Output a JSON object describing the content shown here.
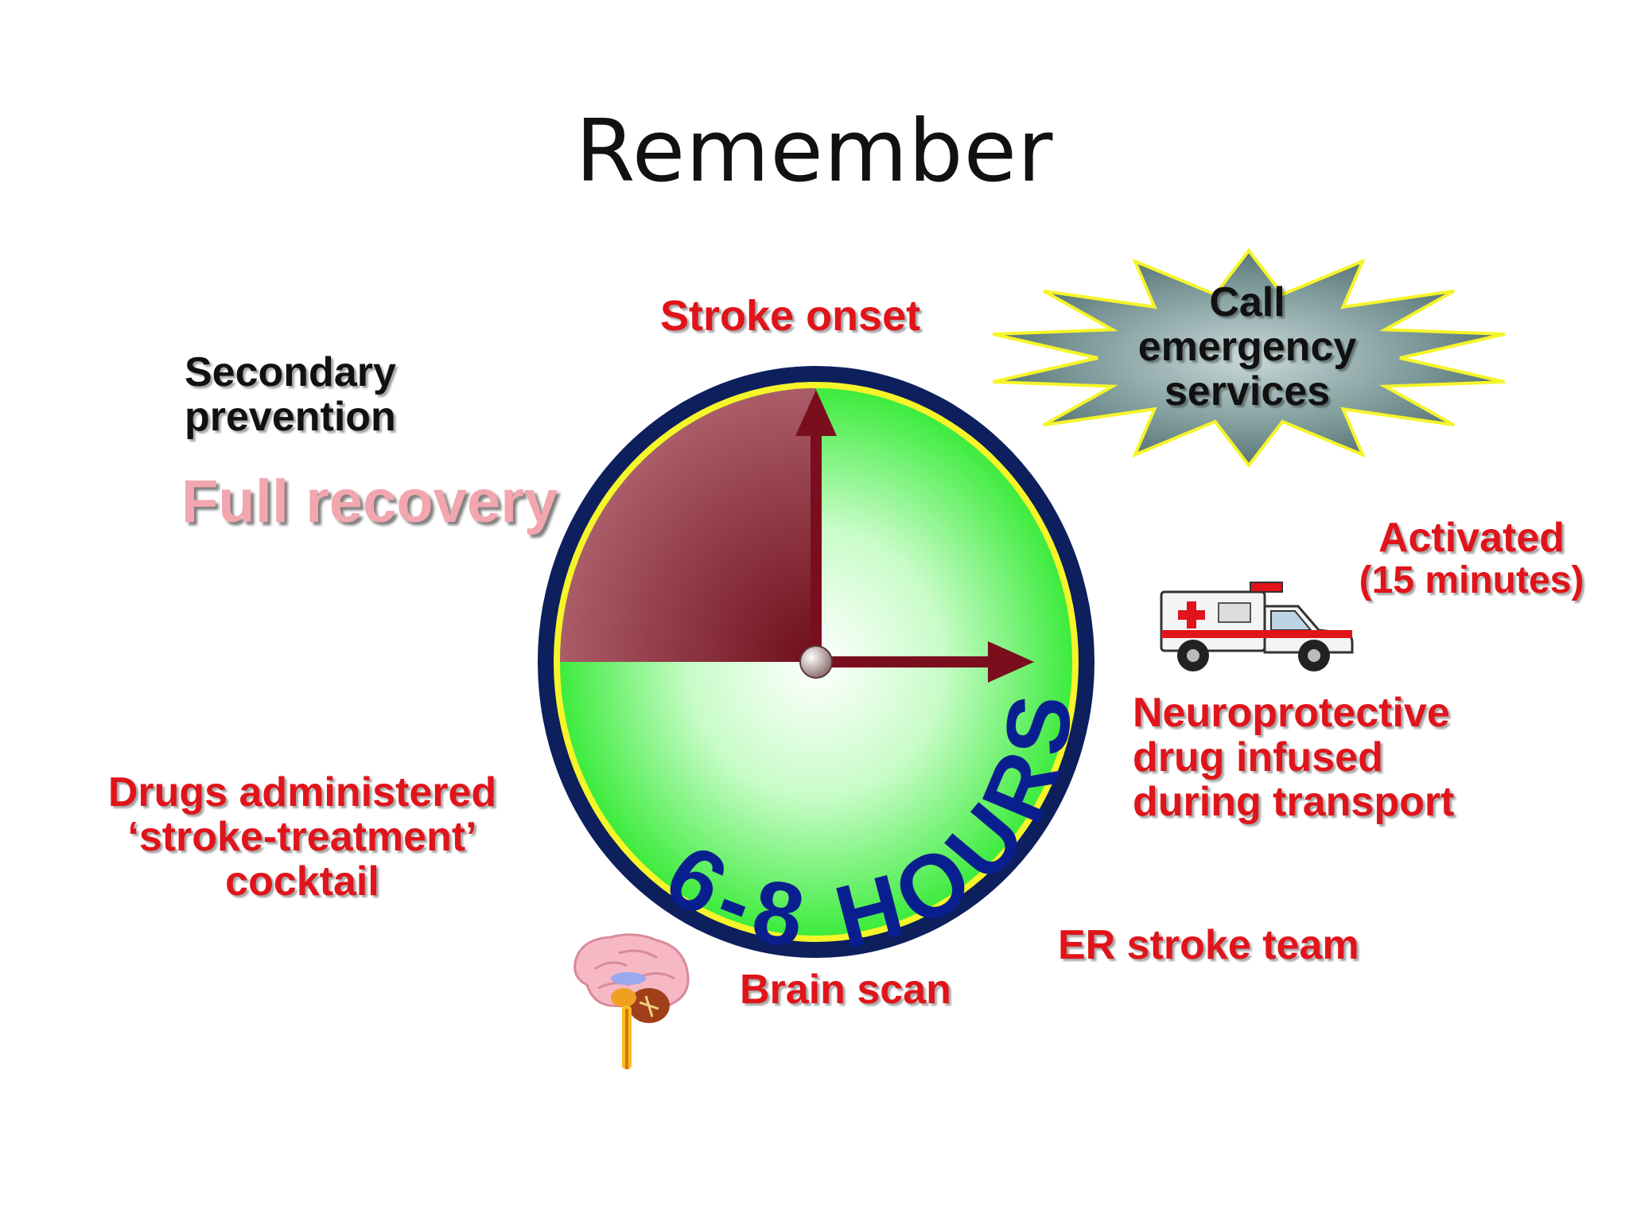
{
  "title": "Remember",
  "colors": {
    "accent_red": "#e0141a",
    "clock_green": "#35f035",
    "clock_rim": "#0d1f5c",
    "quarter_maroon": "#8a2a36",
    "hours_text": "#0a1f8f",
    "burst_fill": "#6e8a8a",
    "burst_edge": "#f5f52a"
  },
  "labels": {
    "stroke_onset": "Stroke onset",
    "secondary_line1": "Secondary",
    "secondary_line2": "prevention",
    "full_recovery": "Full recovery",
    "call_line1": "Call",
    "call_line2": "emergency",
    "call_line3": "services",
    "activated_line1": "Activated",
    "activated_line2": "(15 minutes)",
    "neuro_line1": "Neuroprotective",
    "neuro_line2": "drug infused",
    "neuro_line3": "during transport",
    "drugs_line1": "Drugs administered",
    "drugs_line2": "‘stroke-treatment’",
    "drugs_line3": "cocktail",
    "er_team": "ER stroke team",
    "brain_scan": "Brain scan"
  },
  "clock": {
    "hours_label": "6-8 HOURS"
  },
  "icons": {
    "burst": "starburst-icon",
    "ambulance": "ambulance-icon",
    "brain": "brain-icon"
  }
}
